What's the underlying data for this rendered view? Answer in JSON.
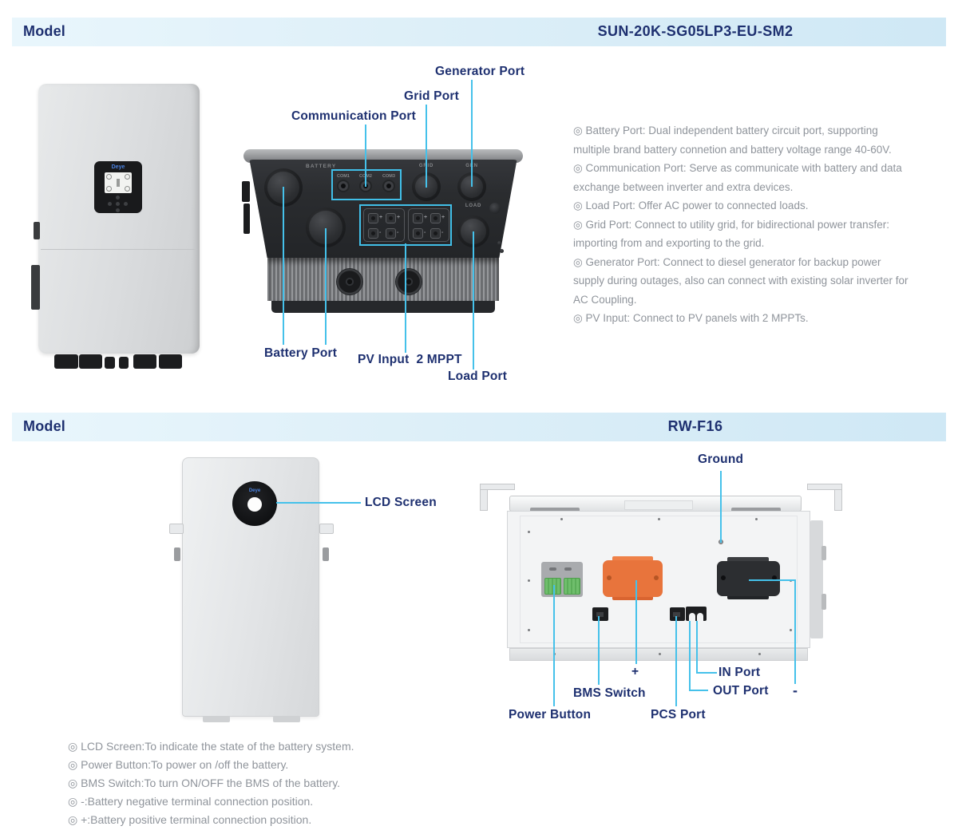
{
  "brand": "Deye",
  "colors": {
    "navy_label": "#1e3070",
    "leader_cyan": "#45c1ea",
    "header_gradient_from": "#e9f6fc",
    "header_gradient_to": "#cfe8f5",
    "description_gray": "#8f949b",
    "orange_connector": "#e8743c",
    "green_terminal": "#6fbe6c"
  },
  "section_inverter": {
    "header": {
      "label": "Model",
      "model": "SUN-20K-SG05LP3-EU-SM2"
    },
    "device_markings": {
      "battery": "BATTERY",
      "com1": "COM1",
      "com2": "COM2",
      "com3": "COM3",
      "grid": "GRID",
      "gen": "GEN",
      "load": "LOAD",
      "plus": "+",
      "minus": "-"
    },
    "callouts": {
      "generator_port": "Generator Port",
      "grid_port": "Grid Port",
      "communication_port": "Communication Port",
      "battery_port": "Battery Port",
      "pv_input": "PV Input  2 MPPT",
      "load_port": "Load Port"
    },
    "description_lines": [
      "◎ Battery Port: Dual independent battery circuit port, supporting",
      "multiple brand battery connetion and battery voltage range 40-60V.",
      "◎ Communication Port: Serve as communicate with battery and data",
      "exchange between inverter and extra devices.",
      "◎ Load Port: Offer AC power to connected loads.",
      "◎ Grid Port: Connect to utility grid, for bidirectional power transfer:",
      "importing from and exporting to the grid.",
      "◎ Generator Port: Connect to diesel generator for backup power",
      "supply during outages, also can connect with existing solar inverter for",
      "AC Coupling.",
      "◎ PV Input: Connect to PV panels with 2 MPPTs."
    ]
  },
  "section_battery": {
    "header": {
      "label": "Model",
      "model": "RW-F16"
    },
    "callouts": {
      "lcd_screen": "LCD Screen",
      "ground": "Ground",
      "power_button": "Power Button",
      "bms_switch": "BMS Switch",
      "plus": "+",
      "pcs_port": "PCS Port",
      "out_port": "OUT Port",
      "in_port": "IN Port",
      "minus": "-"
    },
    "description_lines": [
      "◎ LCD Screen:To indicate the state of the battery system.",
      "◎ Power Button:To power on /off the battery.",
      "◎ BMS Switch:To turn ON/OFF the BMS of the battery.",
      "◎ -:Battery negative terminal connection position.",
      "◎ +:Battery positive terminal connection position."
    ]
  }
}
